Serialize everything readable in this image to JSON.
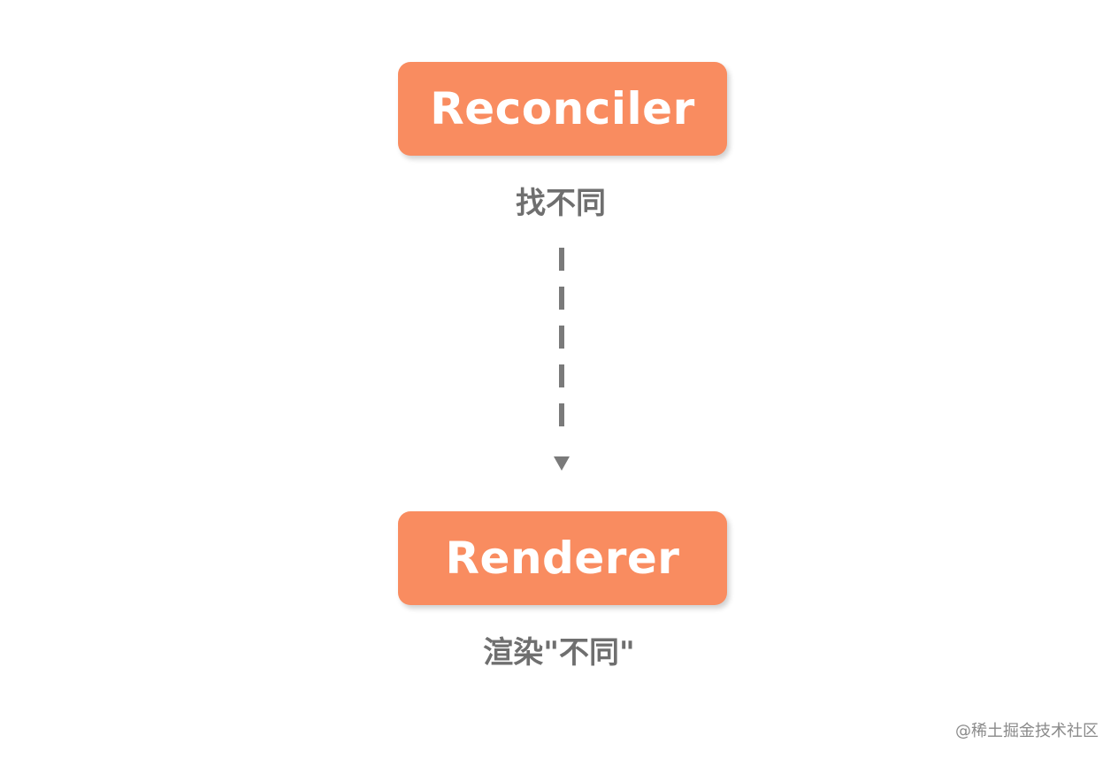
{
  "diagram": {
    "top_node": {
      "label": "Reconciler",
      "caption": "找不同"
    },
    "bottom_node": {
      "label": "Renderer",
      "caption": "渲染\"不同\""
    },
    "node_color": "#f98c60",
    "connector_color": "#7a7a7a",
    "connector_style": "dashed-arrow-down"
  },
  "watermark": "@稀土掘金技术社区"
}
